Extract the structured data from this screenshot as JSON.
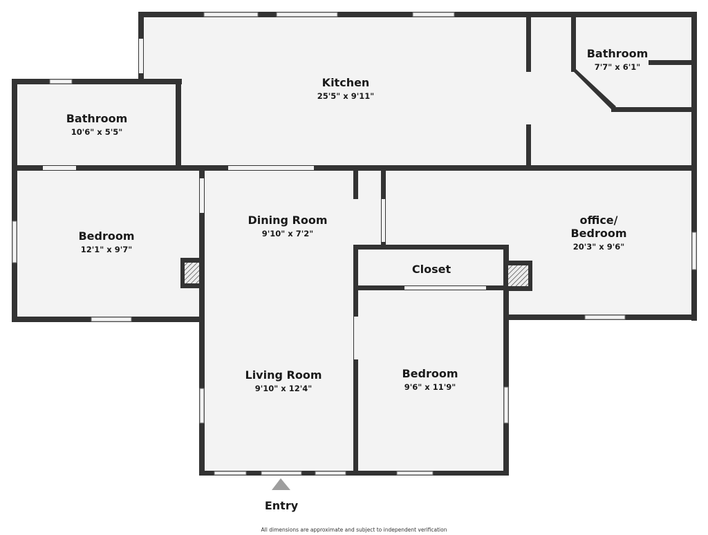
{
  "rooms": {
    "kitchen": {
      "name": "Kitchen",
      "dims": "25'5\" x 9'11\""
    },
    "bathroom_right": {
      "name": "Bathroom",
      "dims": "7'7\" x 6'1\""
    },
    "bathroom_left": {
      "name": "Bathroom",
      "dims": "10'6\" x 5'5\""
    },
    "bedroom_left": {
      "name": "Bedroom",
      "dims": "12'1\" x 9'7\""
    },
    "dining": {
      "name": "Dining Room",
      "dims": "9'10\" x 7'2\""
    },
    "office": {
      "name_line1": "office/",
      "name_line2": "Bedroom",
      "dims": "20'3\" x 9'6\""
    },
    "closet": {
      "name": "Closet"
    },
    "living": {
      "name": "Living Room",
      "dims": "9'10\" x 12'4\""
    },
    "bedroom_center": {
      "name": "Bedroom",
      "dims": "9'6\" x 11'9\""
    }
  },
  "entry": {
    "label": "Entry"
  },
  "disclaimer": "All dimensions are approximate and subject to independent verification",
  "colors": {
    "wall": "#333333",
    "floor": "#f3f3f3",
    "window_stroke": "#6e6e6e",
    "entry_arrow": "#9e9e9e"
  }
}
